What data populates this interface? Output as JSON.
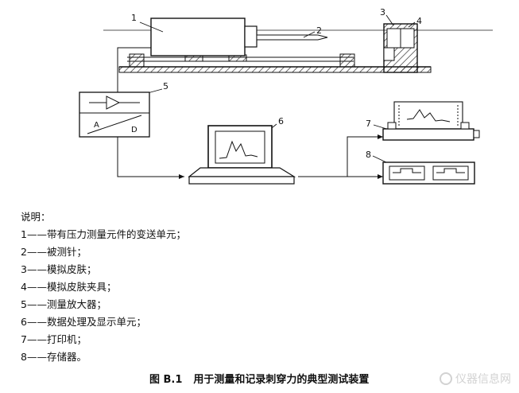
{
  "callouts": {
    "n1": "1",
    "n2": "2",
    "n3": "3",
    "n4": "4",
    "n5": "5",
    "n6": "6",
    "n7": "7",
    "n8": "8"
  },
  "amplifier_ad": {
    "a": "A",
    "d": "D"
  },
  "legend": {
    "heading": "说明：",
    "items": [
      "1——带有压力测量元件的变送单元；",
      "2——被测针；",
      "3——模拟皮肤；",
      "4——模拟皮肤夹具；",
      "5——测量放大器；",
      "6——数据处理及显示单元；",
      "7——打印机；",
      "8——存储器。"
    ]
  },
  "caption": {
    "figure": "图 B.1",
    "title": "用于测量和记录刺穿力的典型测试装置"
  },
  "watermark": {
    "text": "仪器信息网"
  }
}
